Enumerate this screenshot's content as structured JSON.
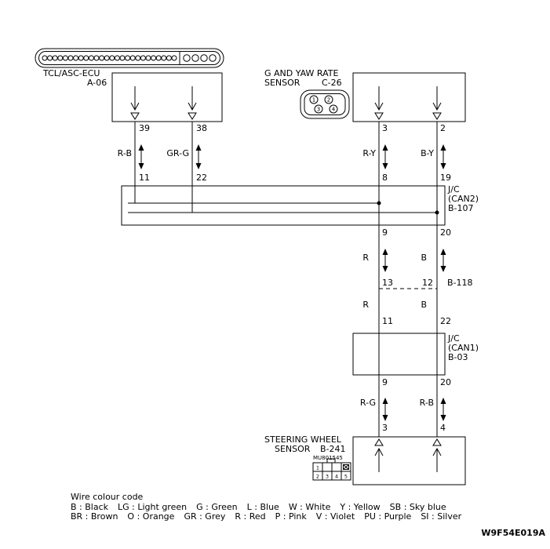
{
  "components": {
    "ecu": {
      "name": "TCL/ASC-ECU",
      "code": "A-06"
    },
    "yaw": {
      "name1": "G AND YAW RATE",
      "name2": "SENSOR",
      "code": "C-26",
      "icon_pins": [
        "1",
        "2",
        "3",
        "4"
      ]
    },
    "can2": {
      "name": "J/C",
      "sub": "(CAN2)",
      "code": "B-107"
    },
    "b118": {
      "code": "B-118"
    },
    "can1": {
      "name": "J/C",
      "sub": "(CAN1)",
      "code": "B-03"
    },
    "steering": {
      "name1": "STEERING WHEEL",
      "name2": "SENSOR",
      "code": "B-241",
      "part": "MU801545",
      "icon_pins": [
        "1",
        "2",
        "3",
        "4",
        "5"
      ]
    }
  },
  "pins": {
    "p39": "39",
    "p38": "38",
    "p3a": "3",
    "p2": "2",
    "p11a": "11",
    "p22a": "22",
    "p8": "8",
    "p19": "19",
    "p9a": "9",
    "p20a": "20",
    "p13": "13",
    "p12": "12",
    "p11b": "11",
    "p22b": "22",
    "p9b": "9",
    "p20b": "20",
    "p3b": "3",
    "p4": "4"
  },
  "wire_labels": {
    "rb_top": "R-B",
    "grg": "GR-G",
    "ry": "R-Y",
    "by": "B-Y",
    "r1": "R",
    "b1": "B",
    "r2": "R",
    "b2": "B",
    "rg": "R-G",
    "rb_bot": "R-B"
  },
  "legend": {
    "title": "Wire colour code",
    "row1": [
      "B : Black",
      "LG : Light green",
      "G : Green",
      "L : Blue",
      "W : White",
      "Y : Yellow",
      "SB : Sky blue"
    ],
    "row2": [
      "BR : Brown",
      "O : Orange",
      "GR : Grey",
      "R : Red",
      "P : Pink",
      "V : Violet",
      "PU : Purple",
      "SI : Silver"
    ]
  },
  "footer": {
    "diagram_code": "W9F54E019A"
  }
}
